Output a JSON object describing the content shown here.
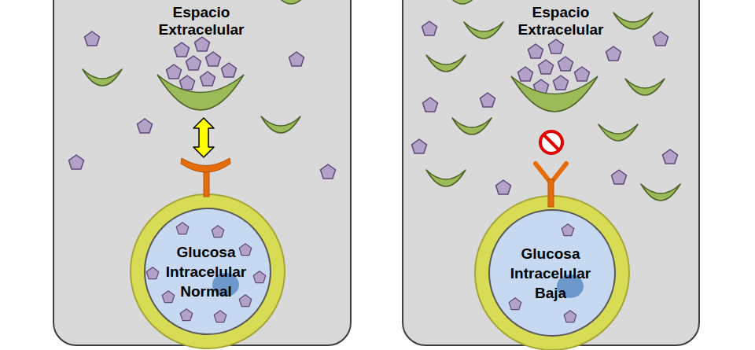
{
  "diagram": {
    "nodes": [
      {
        "text": [
          "Espacio Extracelular"
        ]
      },
      {
        "text": [
          "Glucosa Intracelular Normal"
        ],
        "in": 0
      },
      {
        "text": [
          "Espacio Extracelular"
        ]
      },
      {
        "text": [
          "Glucosa Intracelular Baja"
        ],
        "in": 2
      }
    ]
  }
}
